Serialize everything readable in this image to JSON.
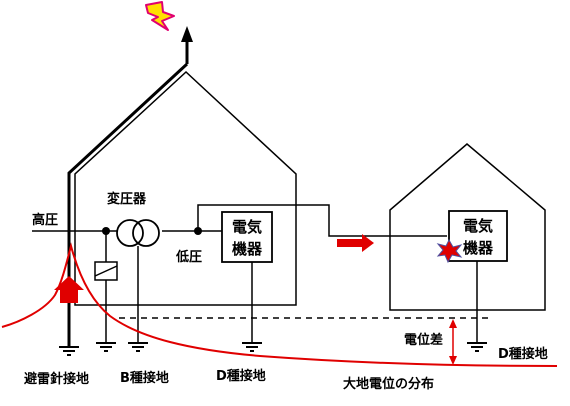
{
  "labels": {
    "high_voltage": "高圧",
    "transformer": "変圧器",
    "low_voltage": "低圧",
    "equipment_line1": "電気",
    "equipment_line2": "機器",
    "potential_difference": "電位差",
    "lightning_rod_ground": "避雷針接地",
    "b_class_ground": "B種接地",
    "d_class_ground_left": "D種接地",
    "d_class_ground_right": "D種接地",
    "earth_potential_distribution": "大地電位の分布"
  },
  "icons": {
    "lightning": "lightning-bolt-icon",
    "ground": "ground-symbol-icon",
    "transformer": "transformer-coils-icon",
    "surge_arrester": "surge-arrester-icon",
    "flow_arrow": "right-arrow-icon",
    "spark": "spark-icon"
  },
  "colors": {
    "line": "#000000",
    "potential_curve": "#e00000",
    "arrow_red": "#e00000",
    "bolt_fill": "#ffe000",
    "bolt_stroke": "#e00070"
  }
}
